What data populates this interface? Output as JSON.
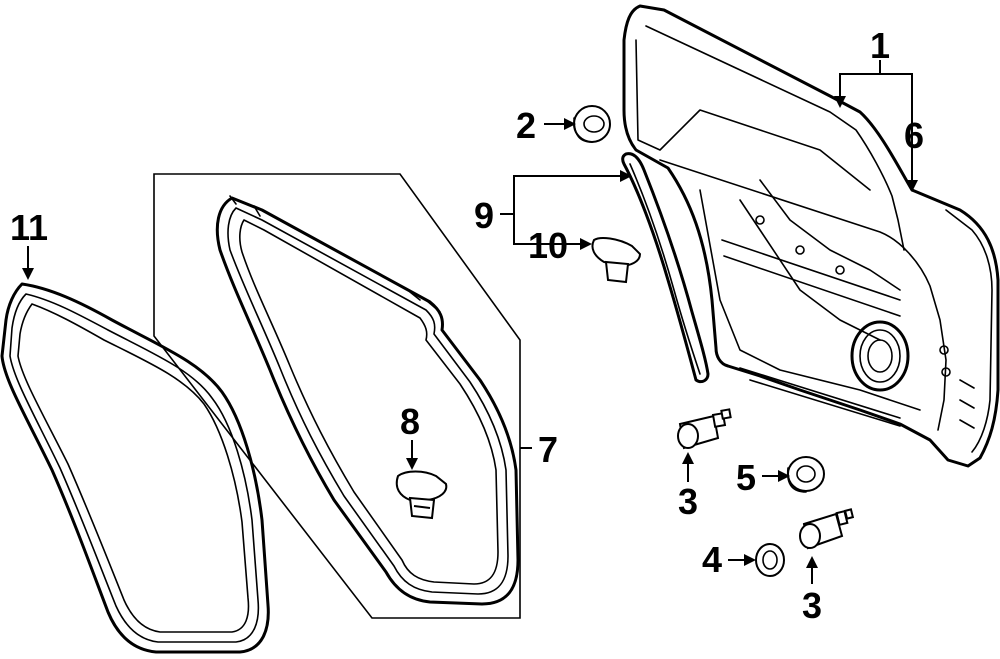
{
  "callouts": {
    "c1": "1",
    "c2": "2",
    "c3a": "3",
    "c3b": "3",
    "c4": "4",
    "c5": "5",
    "c6": "6",
    "c7": "7",
    "c8": "8",
    "c9": "9",
    "c10": "10",
    "c11": "11"
  },
  "colors": {
    "line": "#000000",
    "background": "#ffffff"
  }
}
